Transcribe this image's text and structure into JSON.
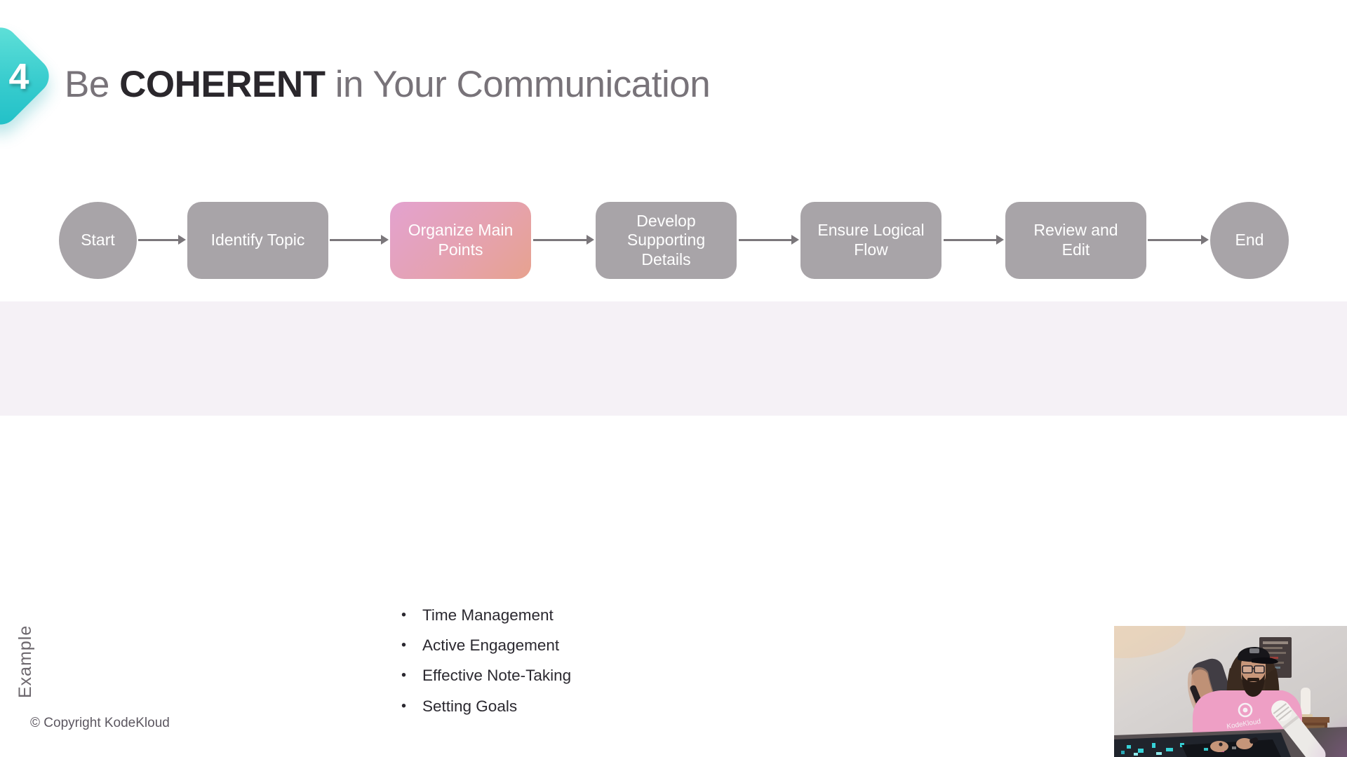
{
  "slide": {
    "badge_number": "4",
    "title_prefix": "Be ",
    "title_emphasis": "COHERENT",
    "title_suffix": " in Your Communication",
    "copyright": "© Copyright KodeKloud"
  },
  "flowchart": {
    "nodes": [
      {
        "label": "Start",
        "shape": "circle",
        "highlighted": false
      },
      {
        "label": "Identify Topic",
        "shape": "rounded-rect",
        "highlighted": false
      },
      {
        "label": "Organize Main Points",
        "shape": "rounded-rect",
        "highlighted": true
      },
      {
        "label": "Develop Supporting Details",
        "shape": "rounded-rect",
        "highlighted": false
      },
      {
        "label": "Ensure Logical Flow",
        "shape": "rounded-rect",
        "highlighted": false
      },
      {
        "label": "Review and Edit",
        "shape": "rounded-rect",
        "highlighted": false
      },
      {
        "label": "End",
        "shape": "circle",
        "highlighted": false
      }
    ]
  },
  "example": {
    "section_label": "Example",
    "bullets": [
      "Time Management",
      "Active Engagement",
      "Effective Note-Taking",
      "Setting Goals"
    ]
  },
  "webcam": {
    "shirt_text": "KodeKloud"
  },
  "colors": {
    "accent_teal": "#2fc8cd",
    "node_gray": "#a8a4a8",
    "highlight_pink_start": "#e3a2cf",
    "highlight_pink_end": "#e7a28f",
    "arrow_gray": "#7b777b",
    "band_background": "#f5f1f6",
    "title_gray": "#787379",
    "title_dark": "#2a272c"
  }
}
